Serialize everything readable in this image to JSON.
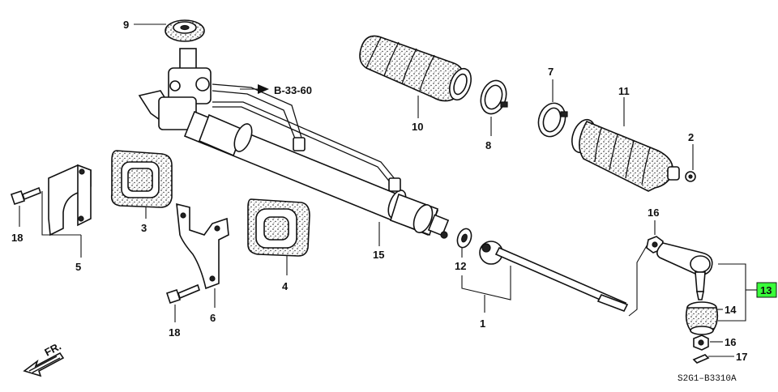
{
  "diagram": {
    "ref_label": "B-33-60",
    "direction_label": "FR.",
    "drawing_code": "S2G1–B3310A",
    "highlight_color": "#39ff3a",
    "callouts": [
      "1",
      "2",
      "3",
      "4",
      "5",
      "6",
      "7",
      "8",
      "9",
      "10",
      "11",
      "12",
      "13",
      "14",
      "15",
      "16",
      "16",
      "17",
      "18",
      "18"
    ]
  }
}
